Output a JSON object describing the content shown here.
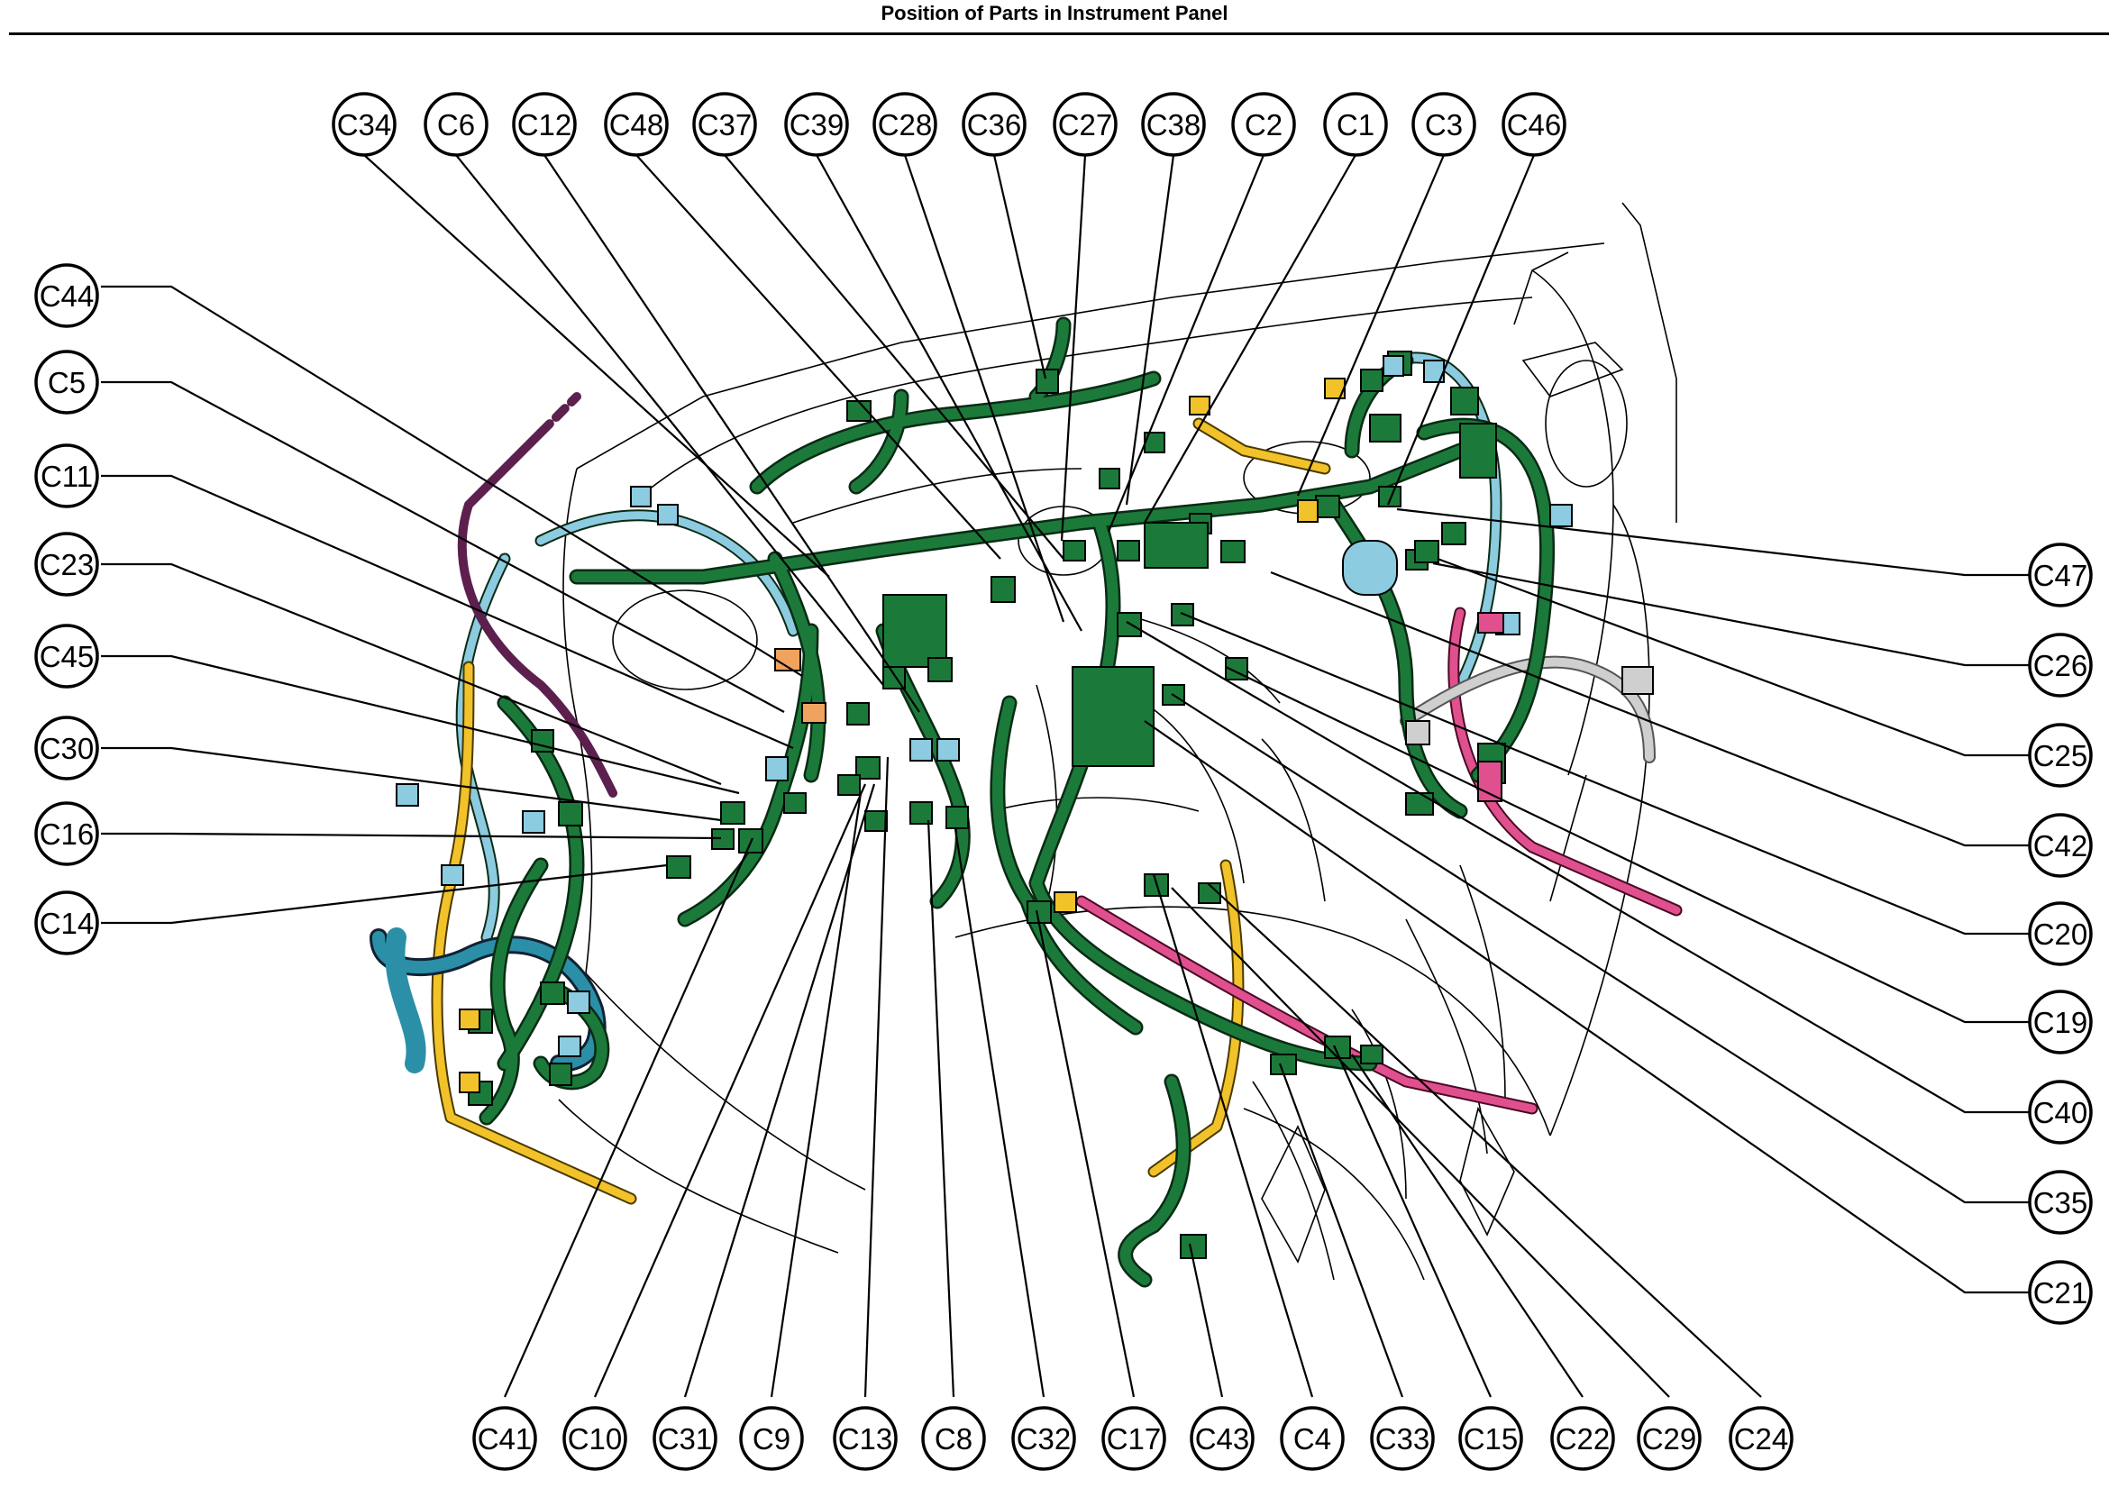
{
  "title": "Position of Parts in Instrument Panel",
  "colors": {
    "harness_green": "#1b7a3a",
    "harness_dark": "#0f4d24",
    "light_blue": "#8ccbe0",
    "yellow": "#f2c22a",
    "orange": "#f0a35e",
    "pink": "#e0508f",
    "purple": "#5c1f4e",
    "teal": "#2b8fa8",
    "grey": "#bdbdbd",
    "outline": "#000000"
  },
  "labels": {
    "top": [
      "C34",
      "C6",
      "C12",
      "C48",
      "C37",
      "C39",
      "C28",
      "C36",
      "C27",
      "C38",
      "C2",
      "C1",
      "C3",
      "C46"
    ],
    "left": [
      "C44",
      "C5",
      "C11",
      "C23",
      "C45",
      "C30",
      "C16",
      "C14"
    ],
    "right": [
      "C47",
      "C26",
      "C25",
      "C42",
      "C20",
      "C19",
      "C40",
      "C35",
      "C21"
    ],
    "bottom": [
      "C41",
      "C10",
      "C31",
      "C9",
      "C13",
      "C8",
      "C32",
      "C17",
      "C43",
      "C4",
      "C33",
      "C15",
      "C22",
      "C29",
      "C24"
    ]
  }
}
